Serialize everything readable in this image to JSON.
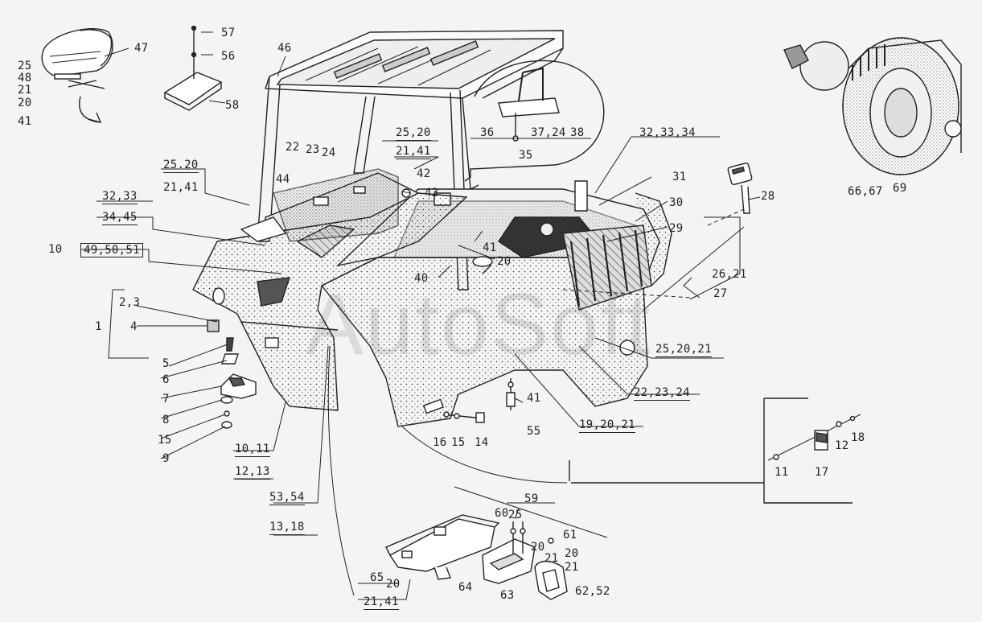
{
  "watermark": "AutoSoft",
  "labels": {
    "l57": "57",
    "l56": "56",
    "l58": "58",
    "l46": "46",
    "l47": "47",
    "l25a": "25",
    "l48": "48",
    "l21a": "21",
    "l20a": "20",
    "l41a": "41",
    "l36": "36",
    "l3724": "37,24",
    "l38": "38",
    "l35": "35",
    "l6667": "66,67",
    "l69": "69",
    "l2520a": "25,20",
    "l2141a": "21,41",
    "l42": "42",
    "l43": "43",
    "l22": "22",
    "l23": "23",
    "l24": "24",
    "l44": "44",
    "l2520b": "25.20",
    "l2141b": "21,41",
    "l3233": "32,33",
    "l3445": "34,45",
    "l10": "10",
    "l495051": "49,50,51",
    "l323334": "32,33,34",
    "l31": "31",
    "l30": "30",
    "l29": "29",
    "l28": "28",
    "l41b": "41",
    "l20b": "20",
    "l40": "40",
    "l2621": "26,21",
    "l27": "27",
    "l23b": "2,3",
    "l1": "1",
    "l4": "4",
    "l5": "5",
    "l6": "6",
    "l7": "7",
    "l8": "8",
    "l15a": "15",
    "l9": "9",
    "l252021": "25,20,21",
    "l222324": "22,23,24",
    "l192021": "19,20,21",
    "l41c": "41",
    "l55": "55",
    "l16": "16",
    "l15b": "15",
    "l14": "14",
    "l1011": "10,11",
    "l1213": "12,13",
    "l5354": "53,54",
    "l1318": "13,18",
    "l11": "11",
    "l17": "17",
    "l12": "12",
    "l18": "18",
    "l59": "59",
    "l60": "60",
    "l25b": "25",
    "l61": "61",
    "l20c": "20",
    "l21b": "21",
    "l20d": "20",
    "l21c": "21",
    "l65": "65",
    "l20e": "20",
    "l2141c": "21,41",
    "l64": "64",
    "l63": "63",
    "l6252": "62,52"
  }
}
